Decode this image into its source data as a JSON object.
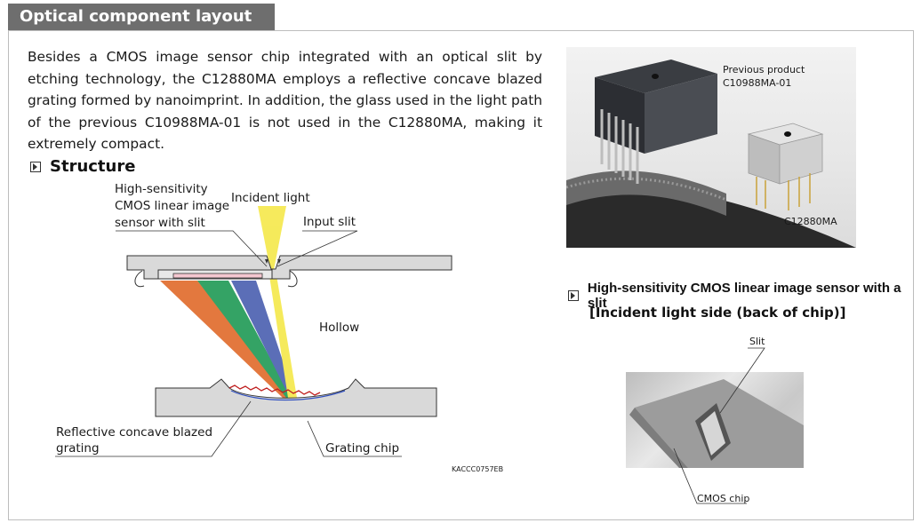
{
  "header": {
    "title": "Optical component layout"
  },
  "intro": {
    "text": "Besides a CMOS image sensor chip integrated with an optical slit by etching technology, the C12880MA employs a reflective concave blazed grating formed by nanoimprint. In addition, the glass used in the light path of the previous C10988MA-01 is not used in the C12880MA, making it extremely compact."
  },
  "structure": {
    "heading": "Structure",
    "labels": {
      "sensor_line1": "High-sensitivity",
      "sensor_line2": "CMOS linear image",
      "sensor_line3": "sensor with slit",
      "incident": "Incident light",
      "input_slit": "Input slit",
      "hollow": "Hollow",
      "grating_line1": "Reflective concave blazed",
      "grating_line2": "grating",
      "grating_chip": "Grating chip",
      "code": "KACCC0757EB"
    },
    "colors": {
      "beam_yellow": "#f5e84a",
      "beam_orange": "#e06a2a",
      "beam_green": "#1f9a55",
      "beam_blue": "#4a5fb0",
      "chip_gray": "#d9d9d9"
    }
  },
  "photo1": {
    "prev_line1": "Previous product",
    "prev_line2": "C10988MA-01",
    "current": "C12880MA"
  },
  "cmos_section": {
    "heading_line1": "High-sensitivity CMOS linear image sensor with a slit",
    "heading_line2": "[Incident light side (back of chip)]",
    "slit_label": "Slit",
    "chip_label": "CMOS chip"
  }
}
